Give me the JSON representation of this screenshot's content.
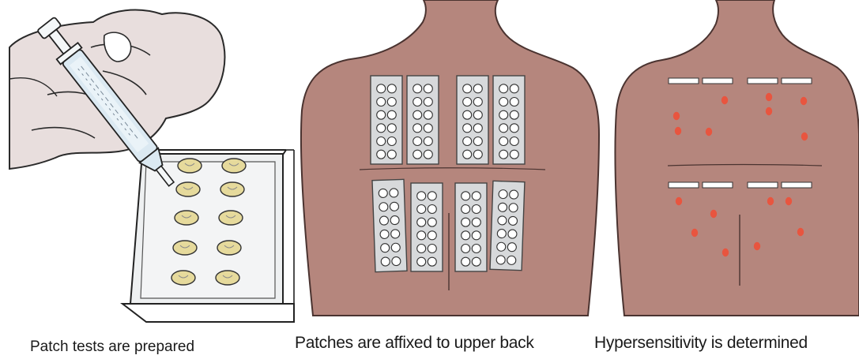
{
  "panels": [
    {
      "caption": "Patch tests are prepared"
    },
    {
      "caption": "Patches are affixed to upper back"
    },
    {
      "caption": "Hypersensitivity is determined"
    }
  ],
  "colors": {
    "skin": "#b5867d",
    "skin_outline": "#4a3330",
    "hand": "#e8dedd",
    "tray": "#eef0f1",
    "allergen": "#e6da9c",
    "patch_strip": "#d7d9db",
    "patch_well": "#ffffff",
    "reaction": "#e8553f",
    "marker": "#ffffff"
  },
  "icons": {
    "hand": "hand-holding-syringe-icon",
    "syringe": "syringe-icon",
    "tray": "allergen-tray-icon",
    "back": "human-back-icon",
    "reaction": "red-reaction-spot-icon"
  }
}
